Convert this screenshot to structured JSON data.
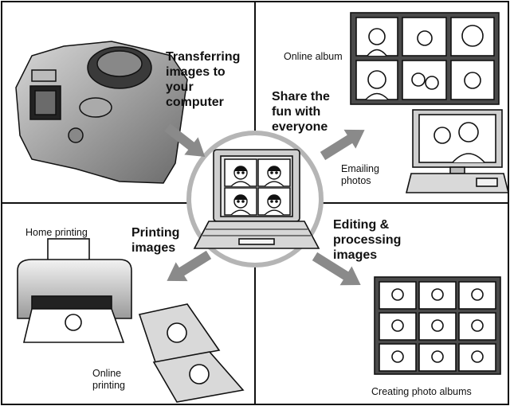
{
  "quadrants": {
    "transfer": {
      "label_lines": [
        "Transferring",
        "images to",
        "your",
        "computer"
      ]
    },
    "share": {
      "label_lines": [
        "Share the",
        "fun with",
        "everyone"
      ],
      "online_album": "Online album",
      "emailing_lines": [
        "Emailing",
        "photos"
      ]
    },
    "print": {
      "label_lines": [
        "Printing",
        "images"
      ],
      "home_printing": "Home printing",
      "online_printing_lines": [
        "Online",
        "printing"
      ]
    },
    "edit": {
      "label_lines": [
        "Editing &",
        "processing",
        "images"
      ],
      "albums": "Creating photo albums"
    }
  },
  "icons": [
    "camera-icon",
    "laptop-icon",
    "desktop-computer-icon",
    "printer-icon",
    "photo-album-icon",
    "printed-photo-icon",
    "arrow-icon"
  ],
  "colors": {
    "line": "#111111",
    "circle": "#b5b5b5",
    "arrow": "#8a8a8a",
    "screen": "#d9d9d9",
    "photo_bg": "#ffffff"
  }
}
